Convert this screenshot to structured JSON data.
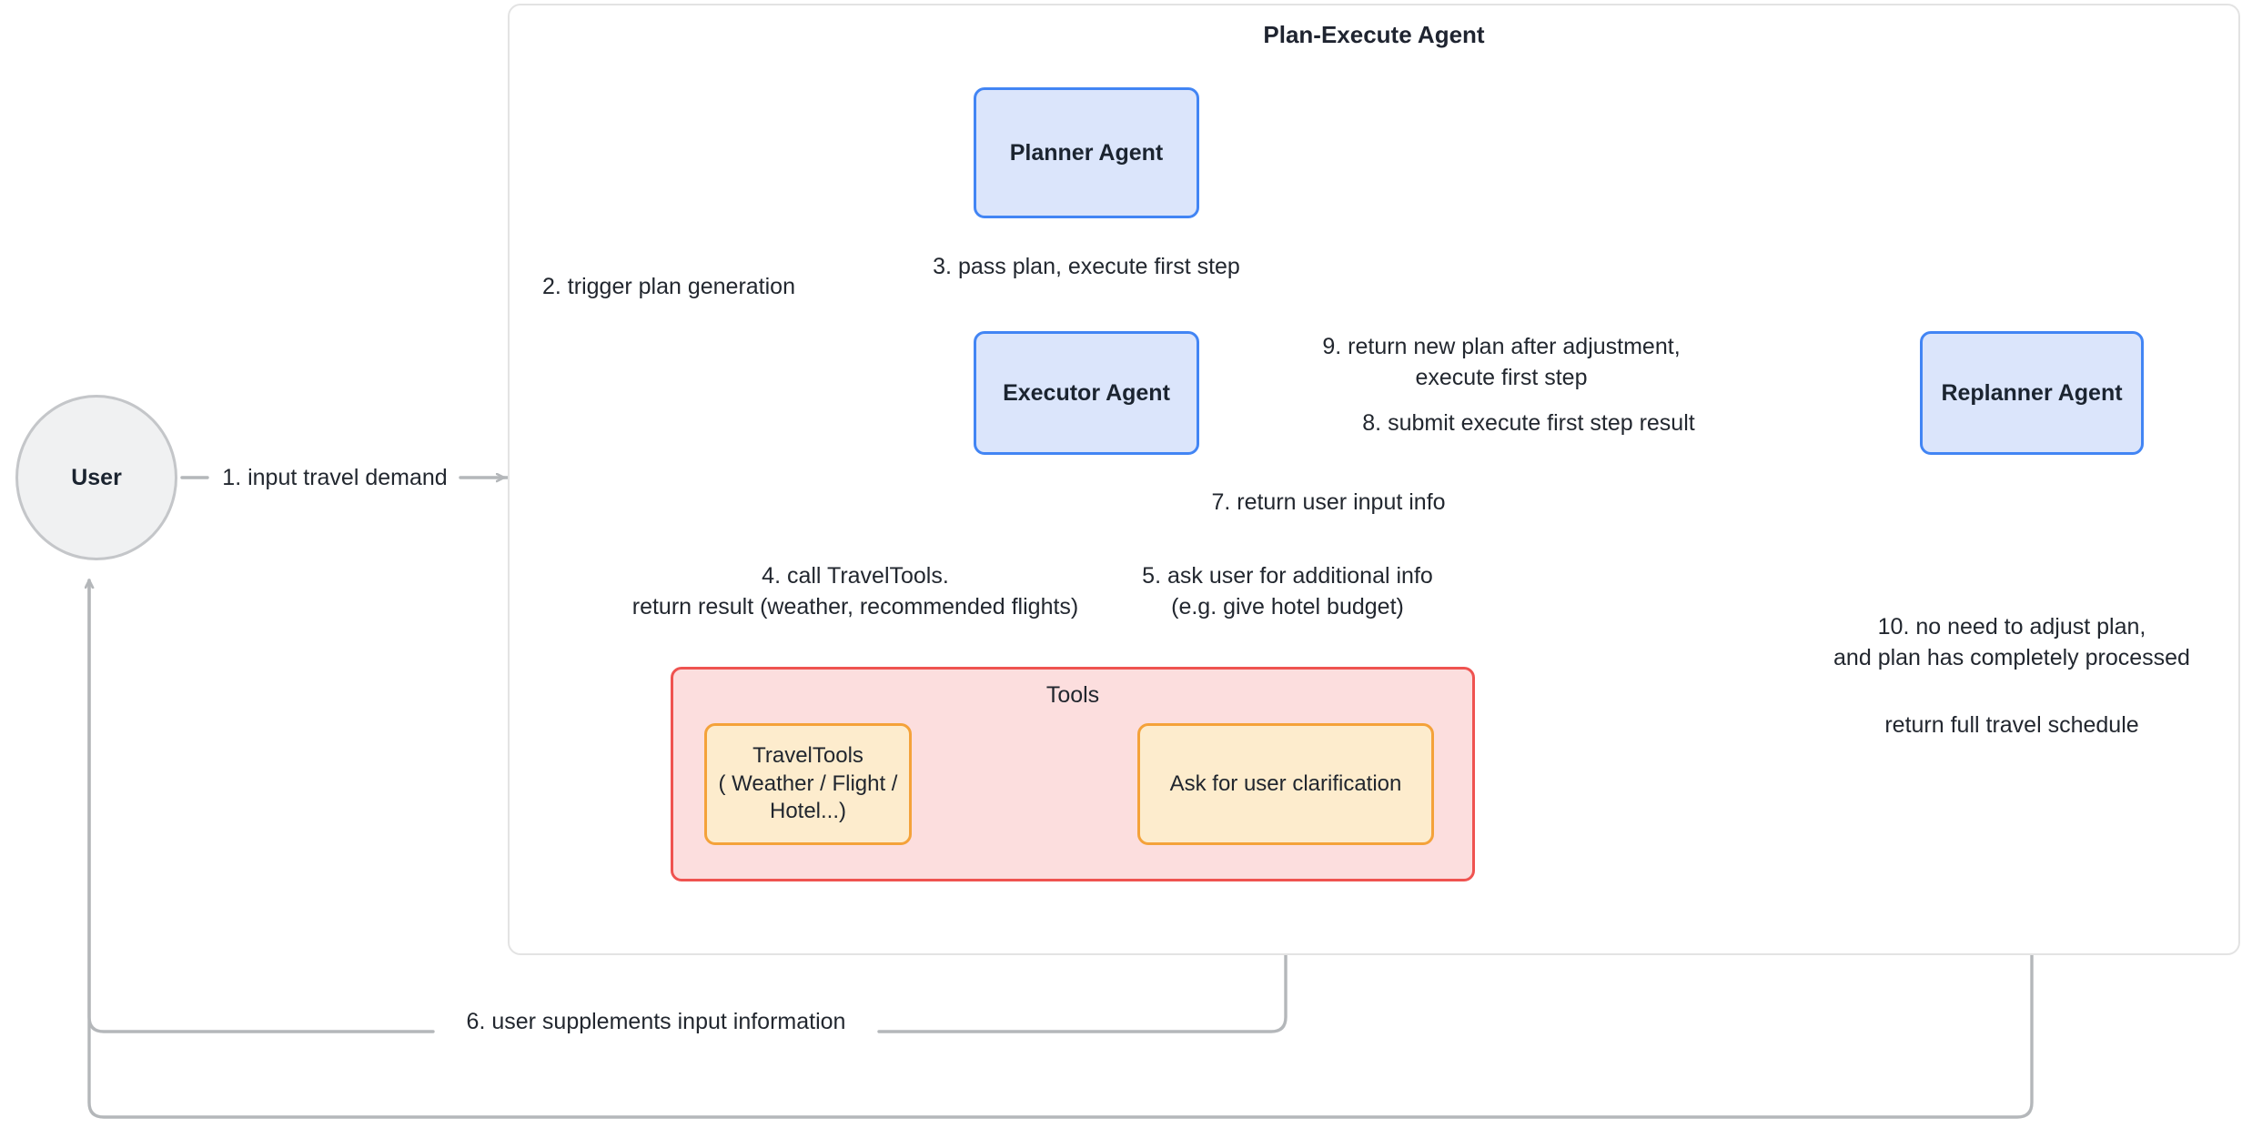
{
  "diagram": {
    "title": "Plan-Execute Agent",
    "colors": {
      "agent_fill": "#dbe5fb",
      "agent_stroke": "#4285f4",
      "tools_group_fill": "#fcdede",
      "tools_group_stroke": "#ef5350",
      "tool_fill": "#fdeccd",
      "tool_stroke": "#f4a23a",
      "user_fill": "#f0f1f2",
      "user_stroke": "#c4c6c9",
      "edge": "#b4b7ba",
      "container_stroke": "#e3e3e3",
      "text": "#22272f"
    }
  },
  "nodes": {
    "user": "User",
    "planner": "Planner Agent",
    "executor": "Executor Agent",
    "replanner": "Replanner Agent",
    "tools_group": "Tools",
    "travel_tools_line1": "TravelTools",
    "travel_tools_line2": "( Weather / Flight / Hotel...)",
    "ask_clarification": "Ask for user clarification"
  },
  "edges": {
    "e1": "1. input travel demand",
    "e2": "2. trigger plan generation",
    "e3": "3. pass plan, execute first step",
    "e4": "4. call TravelTools.\nreturn result (weather, recommended flights)",
    "e5": "5. ask user for additional info\n(e.g. give hotel budget)",
    "e6": "6. user supplements input information",
    "e7": "7. return user input info",
    "e8": "8. submit execute first step result",
    "e9": "9. return new plan after adjustment,\nexecute first step",
    "e10a": "10. no need to adjust plan,\nand plan has completely processed",
    "e10b": "return full travel schedule"
  }
}
